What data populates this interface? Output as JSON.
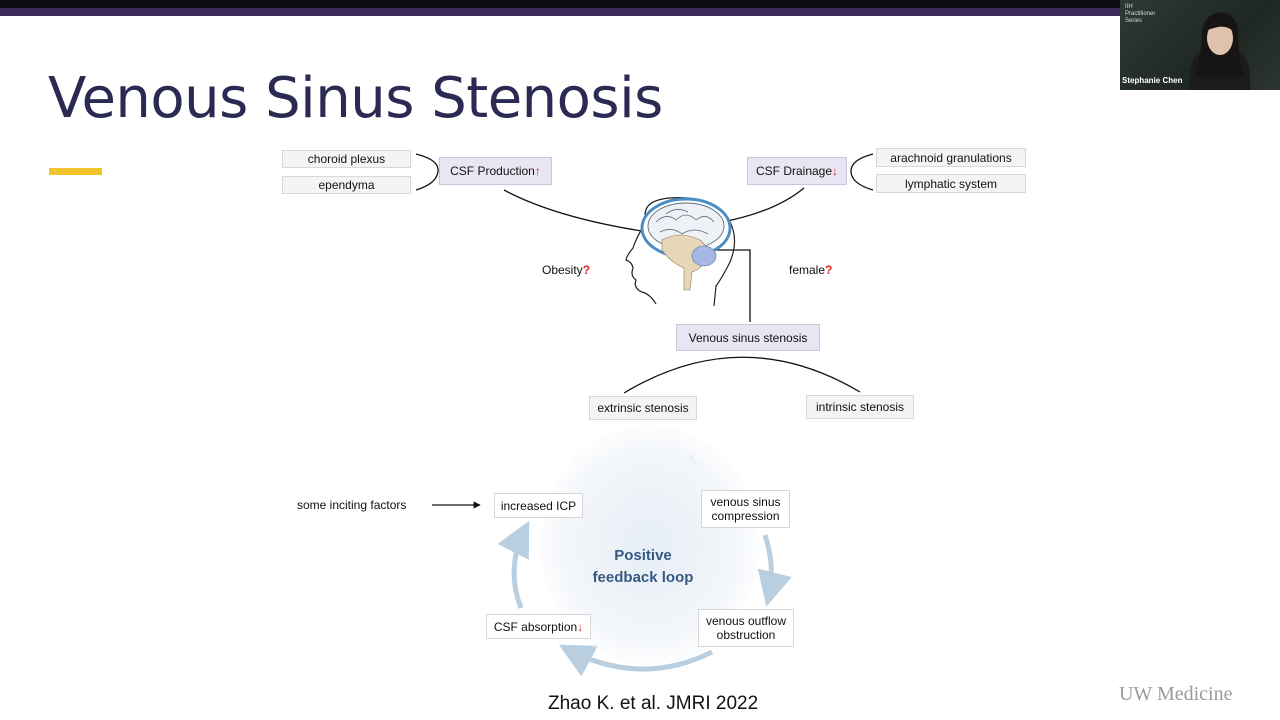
{
  "slide": {
    "title": "Venous Sinus Stenosis",
    "citation": "Zhao K. et al. JMRI 2022",
    "logo": "UW Medicine",
    "colors": {
      "title": "#2b2a52",
      "accent": "#f0c42a",
      "up_arrow": "#dd2222",
      "loop_text": "#355b83"
    }
  },
  "diagram": {
    "choroid_plexus": "choroid plexus",
    "ependyma": "ependyma",
    "csf_production": "CSF Production",
    "csf_drainage": "CSF Drainage",
    "arachnoid_granulations": "arachnoid  granulations",
    "lymphatic_system": "lymphatic   system",
    "obesity": "Obesity",
    "female": "female",
    "question_mark": "?",
    "venous_sinus_stenosis": "Venous sinus stenosis",
    "extrinsic_stenosis": "extrinsic stenosis",
    "intrinsic_stenosis": "intrinsic stenosis",
    "inciting_factors": "some inciting factors",
    "increased_icp": "increased ICP",
    "venous_sinus_compression_1": "venous sinus",
    "venous_sinus_compression_2": "compression",
    "venous_outflow_1": "venous outflow",
    "venous_outflow_2": "obstruction",
    "csf_absorption": "CSF absorption",
    "loop_title_1": "Positive",
    "loop_title_2": "feedback loop",
    "brain_icon": "brain-head-icon"
  },
  "video": {
    "series_line1": "IIH",
    "series_line2": "Practitioner",
    "series_line3": "Series",
    "speaker_name": "Stephanie Chen"
  }
}
